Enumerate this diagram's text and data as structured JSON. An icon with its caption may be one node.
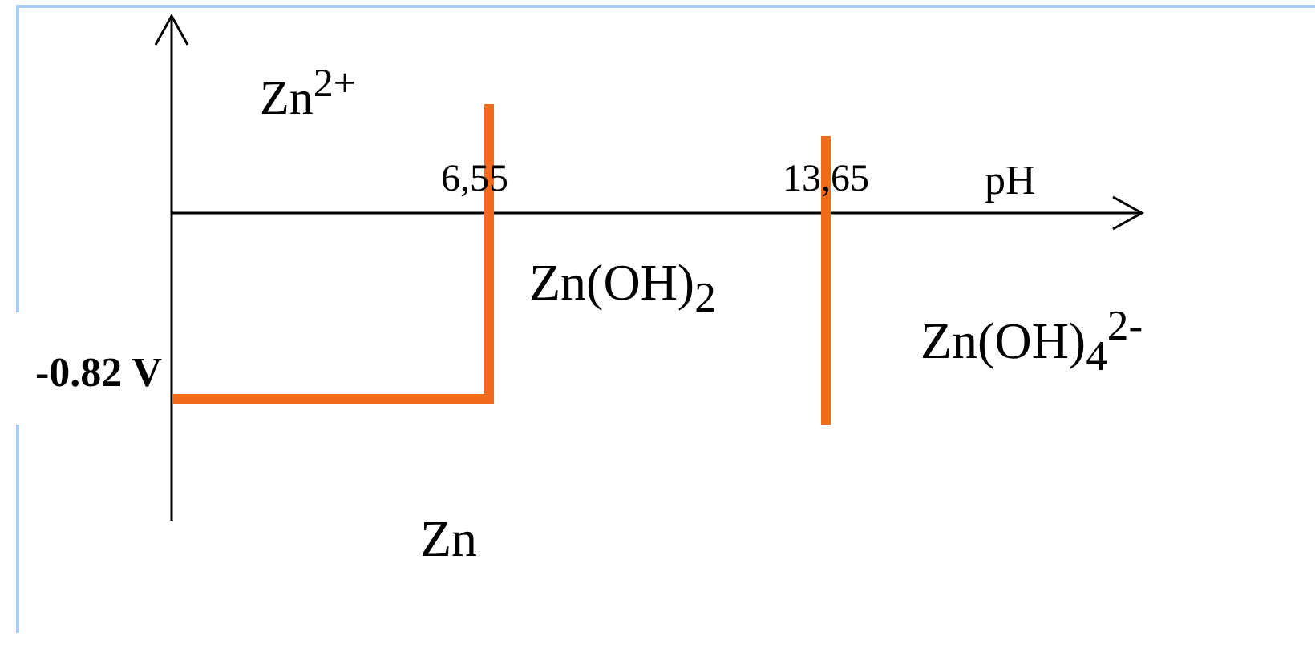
{
  "diagram": {
    "labels": [
      "Zn$^{2+}$",
      "6,55",
      "13,65",
      "pH",
      "Zn(OH)$_{2}$",
      "Zn(OH)$_{4}$$^{2-}$",
      "-0.82 V",
      "Zn"
    ]
  }
}
